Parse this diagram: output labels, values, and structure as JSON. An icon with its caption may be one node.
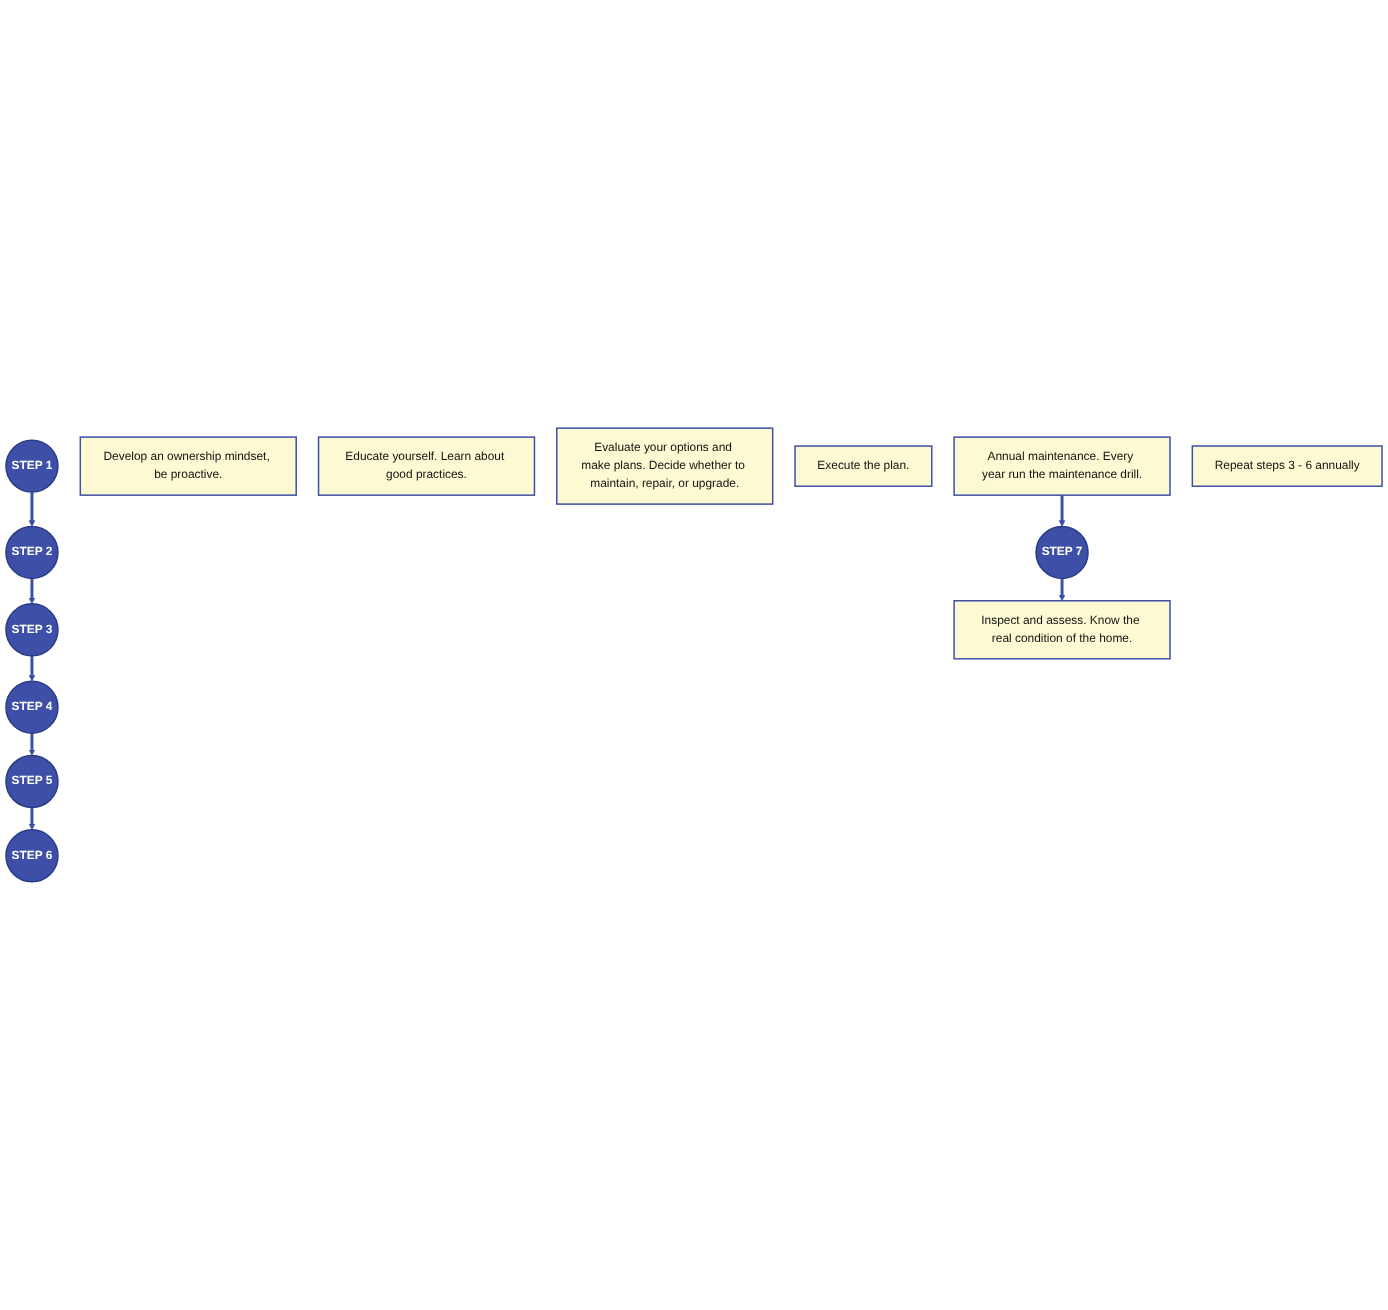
{
  "diagram": {
    "nodes": [
      {
        "text": [
          "STEP 1"
        ]
      },
      {
        "text": [
          "Develop an ownership mindset, be proactive."
        ]
      },
      {
        "text": [
          "STEP 2"
        ]
      },
      {
        "text": [
          "Educate yourself. Learn about good practices."
        ]
      },
      {
        "text": [
          "STEP 3"
        ]
      },
      {
        "text": [
          "Inspect and assess. Know the real condition of the home."
        ]
      },
      {
        "text": [
          "STEP 4"
        ]
      },
      {
        "text": [
          "Evaluate your options and make plans. Decide whether to maintain, repair, or upgrade."
        ]
      },
      {
        "text": [
          "STEP 5"
        ]
      },
      {
        "text": [
          "Execute the plan."
        ]
      },
      {
        "text": [
          "STEP 6"
        ]
      },
      {
        "text": [
          "Annual maintenance. Every year run the maintenance drill."
        ]
      },
      {
        "text": [
          "STEP 7"
        ]
      },
      {
        "text": [
          "Repeat steps 3 - 6 annually"
        ]
      }
    ],
    "edges": [
      {
        "from": 0,
        "to": 2,
        "arrow": "to"
      },
      {
        "from": 2,
        "to": 4,
        "arrow": "to"
      },
      {
        "from": 4,
        "to": 6,
        "arrow": "to"
      },
      {
        "from": 6,
        "to": 8,
        "arrow": "to"
      },
      {
        "from": 8,
        "to": 10,
        "arrow": "to"
      },
      {
        "from": 11,
        "to": 12,
        "arrow": "to"
      },
      {
        "from": 12,
        "to": 5,
        "arrow": "to"
      }
    ]
  }
}
